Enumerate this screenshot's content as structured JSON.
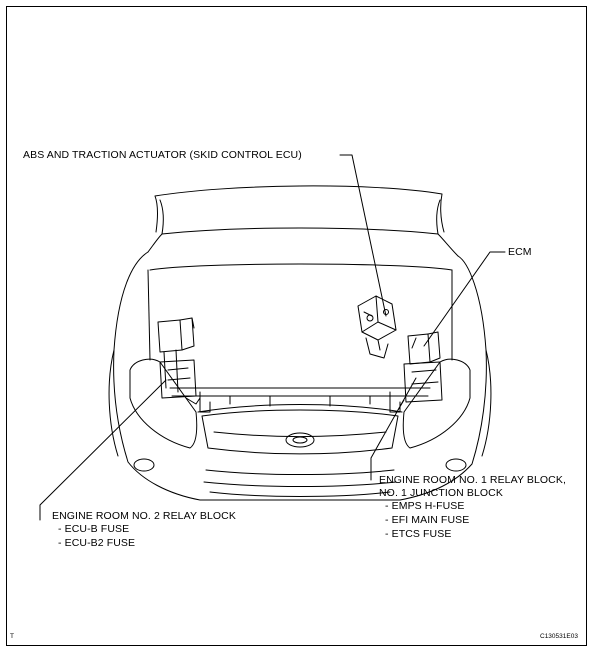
{
  "callouts": {
    "abs_actuator": "ABS AND TRACTION ACTUATOR (SKID CONTROL ECU)",
    "ecm": "ECM",
    "relay_block_1": {
      "lines": [
        "ENGINE ROOM NO. 1 RELAY BLOCK,",
        "NO. 1 JUNCTION BLOCK"
      ],
      "items": [
        "- EMPS H-FUSE",
        "- EFI MAIN FUSE",
        "- ETCS FUSE"
      ]
    },
    "relay_block_2": {
      "title": "ENGINE ROOM NO. 2 RELAY BLOCK",
      "items": [
        "- ECU-B FUSE",
        "- ECU-B2 FUSE"
      ]
    }
  },
  "footer": {
    "corner_mark": "T",
    "figure_code": "C130531E03"
  }
}
